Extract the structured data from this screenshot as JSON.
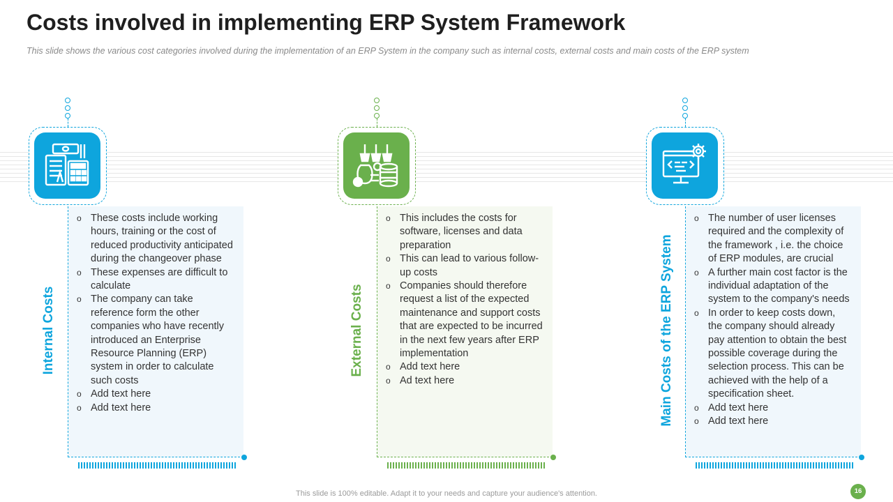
{
  "slide": {
    "title": "Costs involved in implementing ERP System Framework",
    "subtitle": "This slide shows the various cost categories involved during the implementation of an ERP System in the company such as internal costs, external costs and main costs of the ERP system",
    "footer": "This slide is 100% editable. Adapt it to your needs and capture your audience's attention.",
    "page_number": "16"
  },
  "colors": {
    "blue": "#0ea5dd",
    "green": "#6ab04c",
    "blue_fill": "#f0f7fc",
    "green_fill": "#f5f9f1"
  },
  "columns": [
    {
      "heading": "Internal Costs",
      "color": "blue",
      "icon": "calculator-money-icon",
      "bullets": [
        "These costs include working hours, training or the cost of reduced productivity anticipated during the changeover phase",
        "These expenses are difficult to calculate",
        "The company can take reference form the other companies who have recently introduced an Enterprise Resource Planning (ERP) system in order to calculate such costs",
        "Add text here",
        "Add text here"
      ]
    },
    {
      "heading": "External Costs",
      "color": "green",
      "icon": "coins-funds-icon",
      "bullets": [
        "This includes the costs for software, licenses and data preparation",
        "This can lead to various follow-up costs",
        "Companies should therefore request a list of the expected maintenance and support costs that are expected to be incurred in the next few years after ERP implementation",
        "Add text here",
        "Ad text here"
      ]
    },
    {
      "heading": "Main Costs of the ERP System",
      "color": "blue",
      "icon": "monitor-code-gear-icon",
      "bullets": [
        "The number of user licenses required and the complexity of the framework , i.e. the choice of ERP modules, are crucial",
        "A further main cost factor is the individual  adaptation of the system to the company's needs",
        "In order to keep costs down, the company should already pay attention to obtain the best possible coverage during the selection process. This can be achieved with the help of a specification sheet.",
        "Add text here",
        "Add text here"
      ]
    }
  ]
}
